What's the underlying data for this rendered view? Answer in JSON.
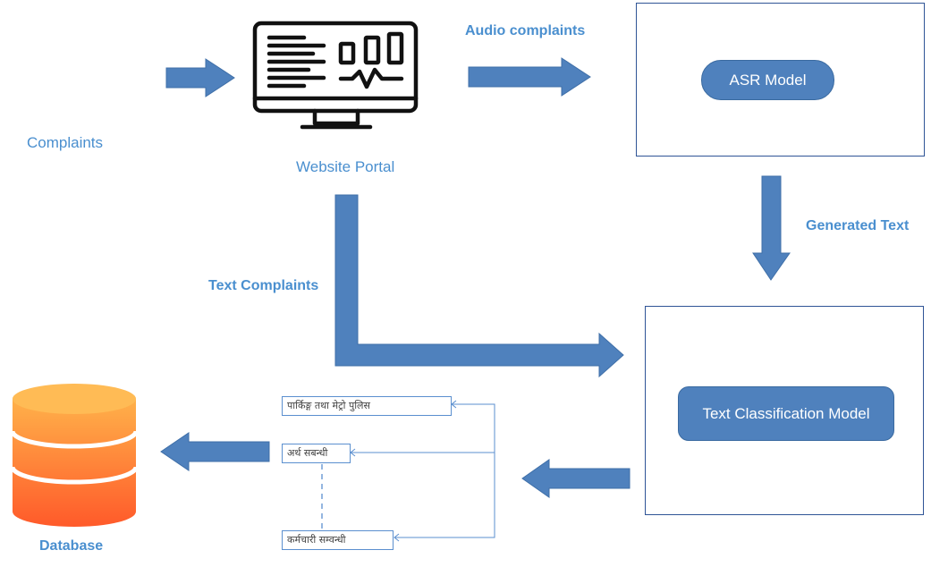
{
  "labels": {
    "complaints": "Complaints",
    "website_portal": "Website Portal",
    "audio_complaints": "Audio complaints",
    "text_complaints": "Text Complaints",
    "generated_text": "Generated Text",
    "database": "Database"
  },
  "models": {
    "asr": "ASR Model",
    "text_classification": "Text Classification Model"
  },
  "categories": [
    "पार्किङ्ग तथा मेट्रो पुलिस",
    "अर्थ सबन्धी",
    "कर्मचारी सम्वन्धी"
  ],
  "colors": {
    "arrow": "#4f81bd",
    "label": "#4a8fcf",
    "box_border": "#2f5496",
    "database_top": "#ffb14a",
    "database_bottom": "#ff5a2a"
  },
  "icons": {
    "portal": "monitor-dashboard-icon",
    "database": "database-icon"
  }
}
